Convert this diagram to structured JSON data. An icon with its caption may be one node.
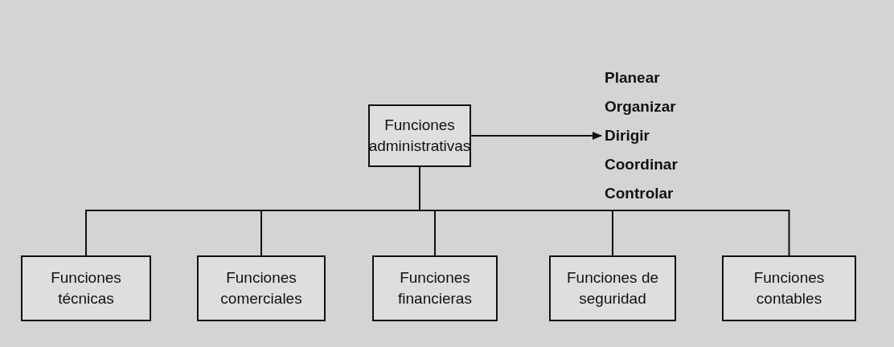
{
  "diagram": {
    "nodes": [
      {
        "text": [
          "Funciones administrativas"
        ]
      },
      {
        "text": [
          "Planear",
          "Organizar",
          "Dirigir",
          "Coordinar",
          "Controlar"
        ]
      },
      {
        "text": [
          "Funciones técnicas"
        ]
      },
      {
        "text": [
          "Funciones comerciales"
        ]
      },
      {
        "text": [
          "Funciones financieras"
        ]
      },
      {
        "text": [
          "Funciones de seguridad"
        ]
      },
      {
        "text": [
          "Funciones contables"
        ]
      }
    ],
    "edges": [
      {
        "from": 0,
        "to": 1,
        "arrow": "to"
      },
      {
        "from": 0,
        "to": 2,
        "arrow": "none"
      },
      {
        "from": 0,
        "to": 3,
        "arrow": "none"
      },
      {
        "from": 0,
        "to": 4,
        "arrow": "none"
      },
      {
        "from": 0,
        "to": 5,
        "arrow": "none"
      },
      {
        "from": 0,
        "to": 6,
        "arrow": "none"
      }
    ]
  }
}
